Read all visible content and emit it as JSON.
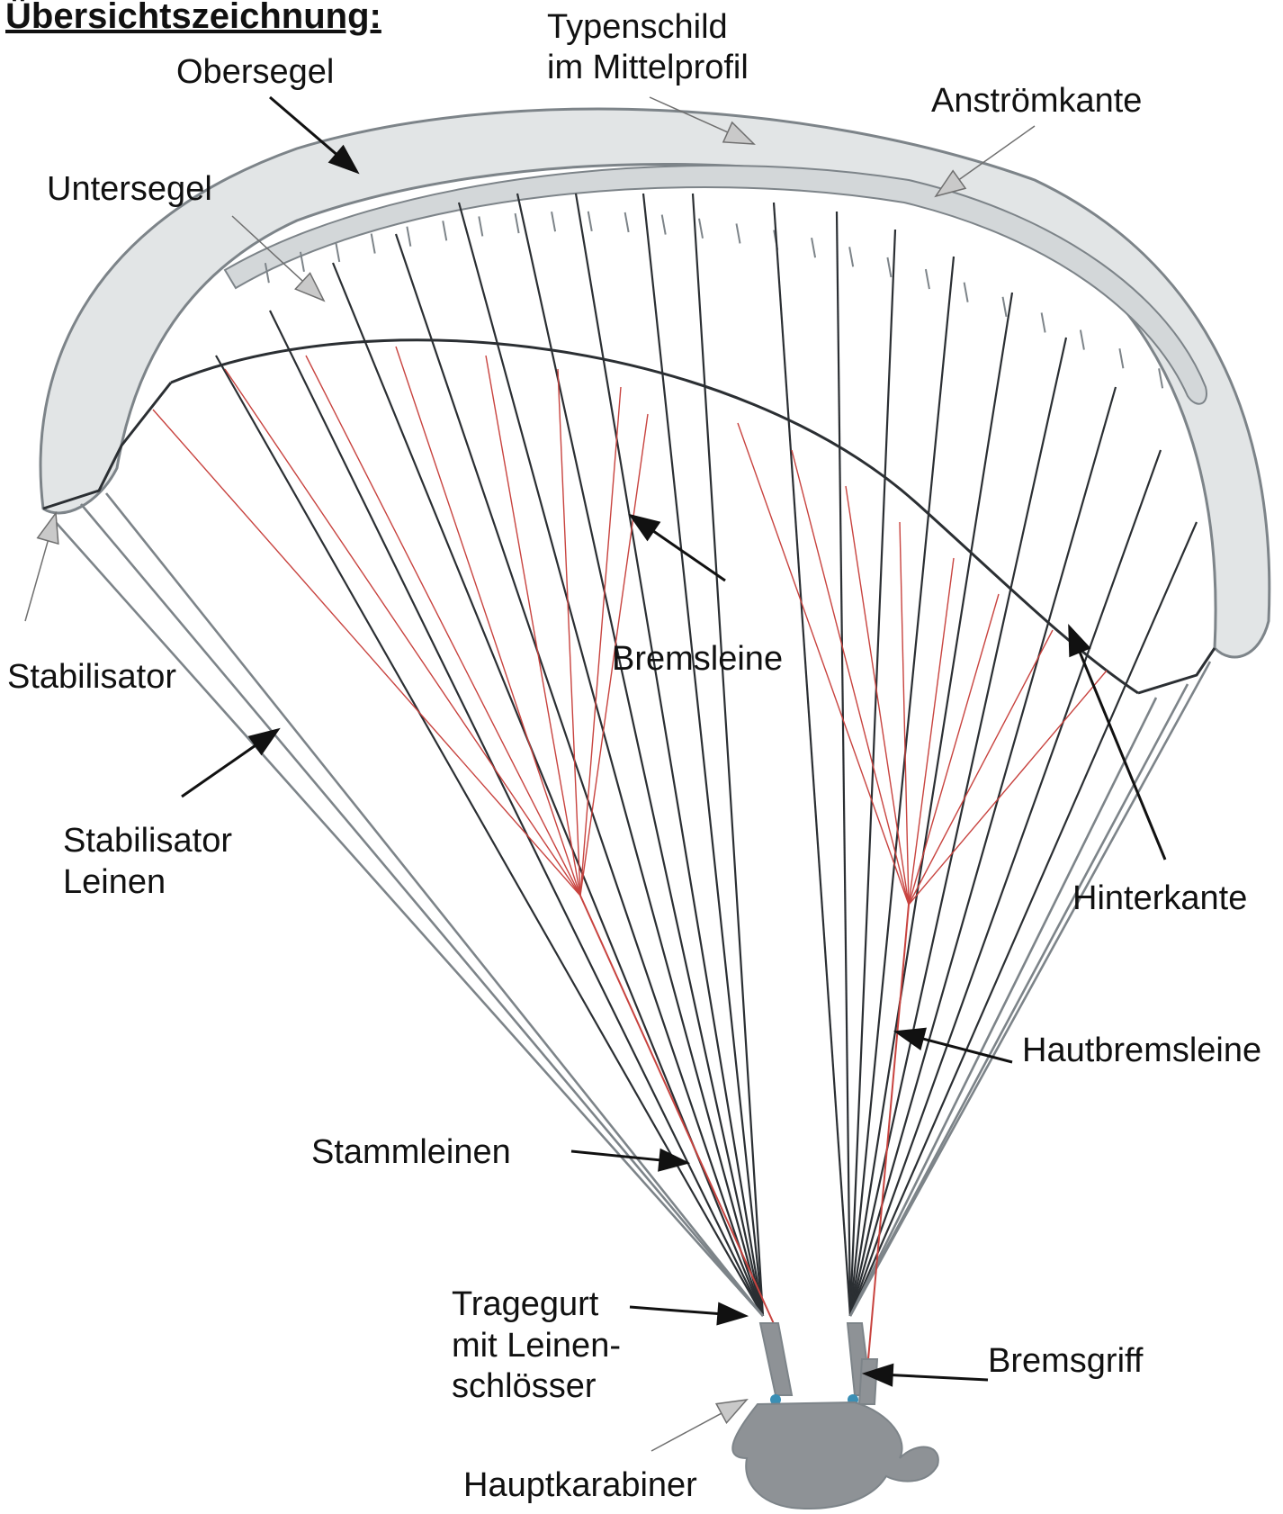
{
  "title": "Übersichtszeichnung:",
  "labels": {
    "obersegel": "Obersegel",
    "typenschild_1": "Typenschild",
    "typenschild_2": "im Mittelprofil",
    "anstroemkante": "Anströmkante",
    "untersegel": "Untersegel",
    "stabilisator": "Stabilisator",
    "bremsleine": "Bremsleine",
    "stab_leinen_1": "Stabilisator",
    "stab_leinen_2": "Leinen",
    "hinterkante": "Hinterkante",
    "hautbremsleine": "Hautbremsleine",
    "stammleinen": "Stammleinen",
    "tragegurt_1": "Tragegurt",
    "tragegurt_2": "mit Leinen-",
    "tragegurt_3": "schlösser",
    "bremsgriff": "Bremsgriff",
    "hauptkarabiner": "Hauptkarabiner"
  },
  "colors": {
    "line_dark": "#2b2f33",
    "line_grey": "#7d8489",
    "brake_red": "#c8433f",
    "canopy_fill": "#e2e5e6",
    "cell_fill": "#d3d7d9",
    "pilot_fill": "#8e9296",
    "arrow_black": "#111111",
    "arrow_grey": "#c9c9c9"
  }
}
